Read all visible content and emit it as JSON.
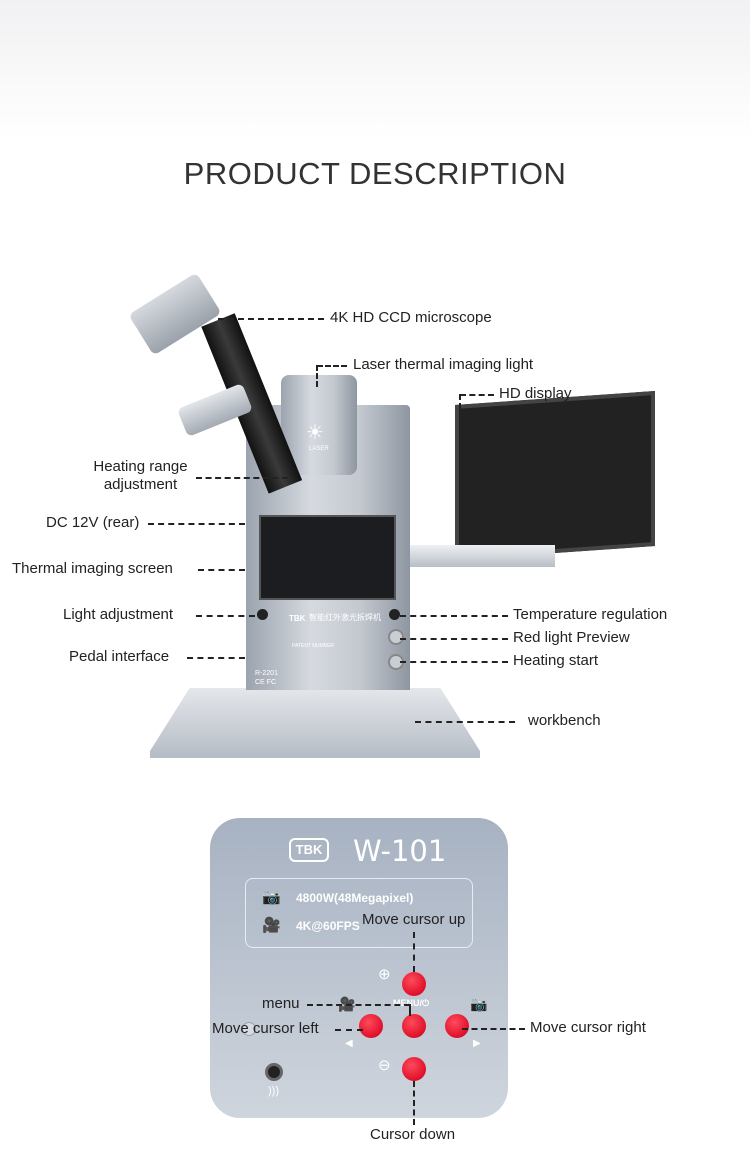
{
  "title": "PRODUCT DESCRIPTION",
  "machine": {
    "labels": {
      "microscope": "4K HD CCD microscope",
      "laser_light": "Laser thermal imaging light",
      "display": "HD display",
      "heating_range_1": "Heating range",
      "heating_range_2": "adjustment",
      "dc": "DC 12V (rear)",
      "thermal_screen": "Thermal imaging screen",
      "light_adj": "Light adjustment",
      "pedal": "Pedal interface",
      "temp_reg": "Temperature regulation",
      "red_light": "Red light Preview",
      "heating_start": "Heating start",
      "workbench": "workbench"
    },
    "brand": "TBK",
    "chinese_name": "智能红外激光拆焊机",
    "patent_label": "PATENT NUMBER",
    "model": "R-2201",
    "cert": "CE FC",
    "laser_text": "LASER"
  },
  "camera": {
    "brand": "TBK",
    "model": "W-101",
    "spec_photo": "4800W(48Megapixel)",
    "spec_video": "4K@60FPS",
    "menu_mark": "MENU/⏻",
    "labels": {
      "up": "Move cursor up",
      "menu": "menu",
      "left": "Move cursor left",
      "right": "Move cursor right",
      "down": "Cursor down"
    },
    "button_color": "#e0102a"
  }
}
